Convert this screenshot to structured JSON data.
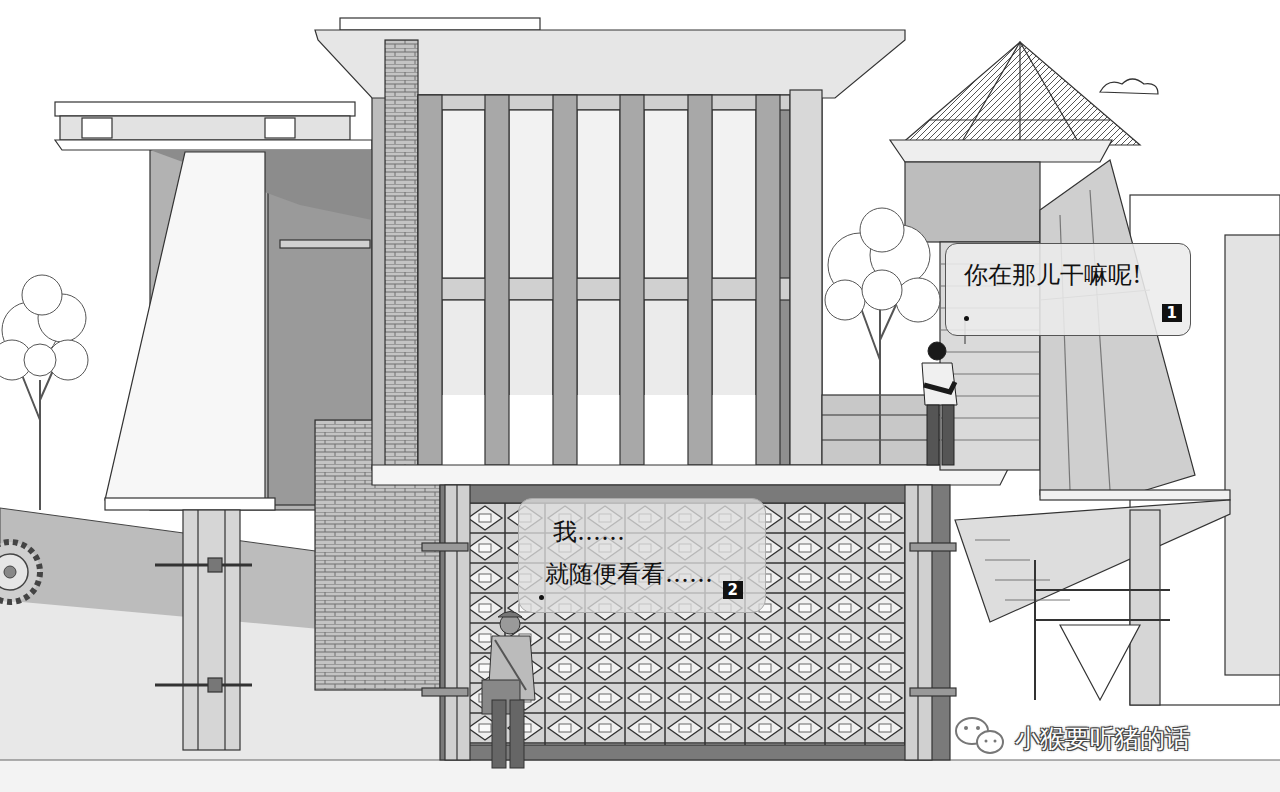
{
  "diagram": {
    "nodes": [
      {
        "text": [
          "你在那儿干嘛呢!",
          "1"
        ]
      },
      {
        "text": [
          "我……",
          "就随便看看……",
          "2"
        ]
      }
    ],
    "edges": [],
    "labels": [
      "小猴要听猪的话"
    ]
  }
}
